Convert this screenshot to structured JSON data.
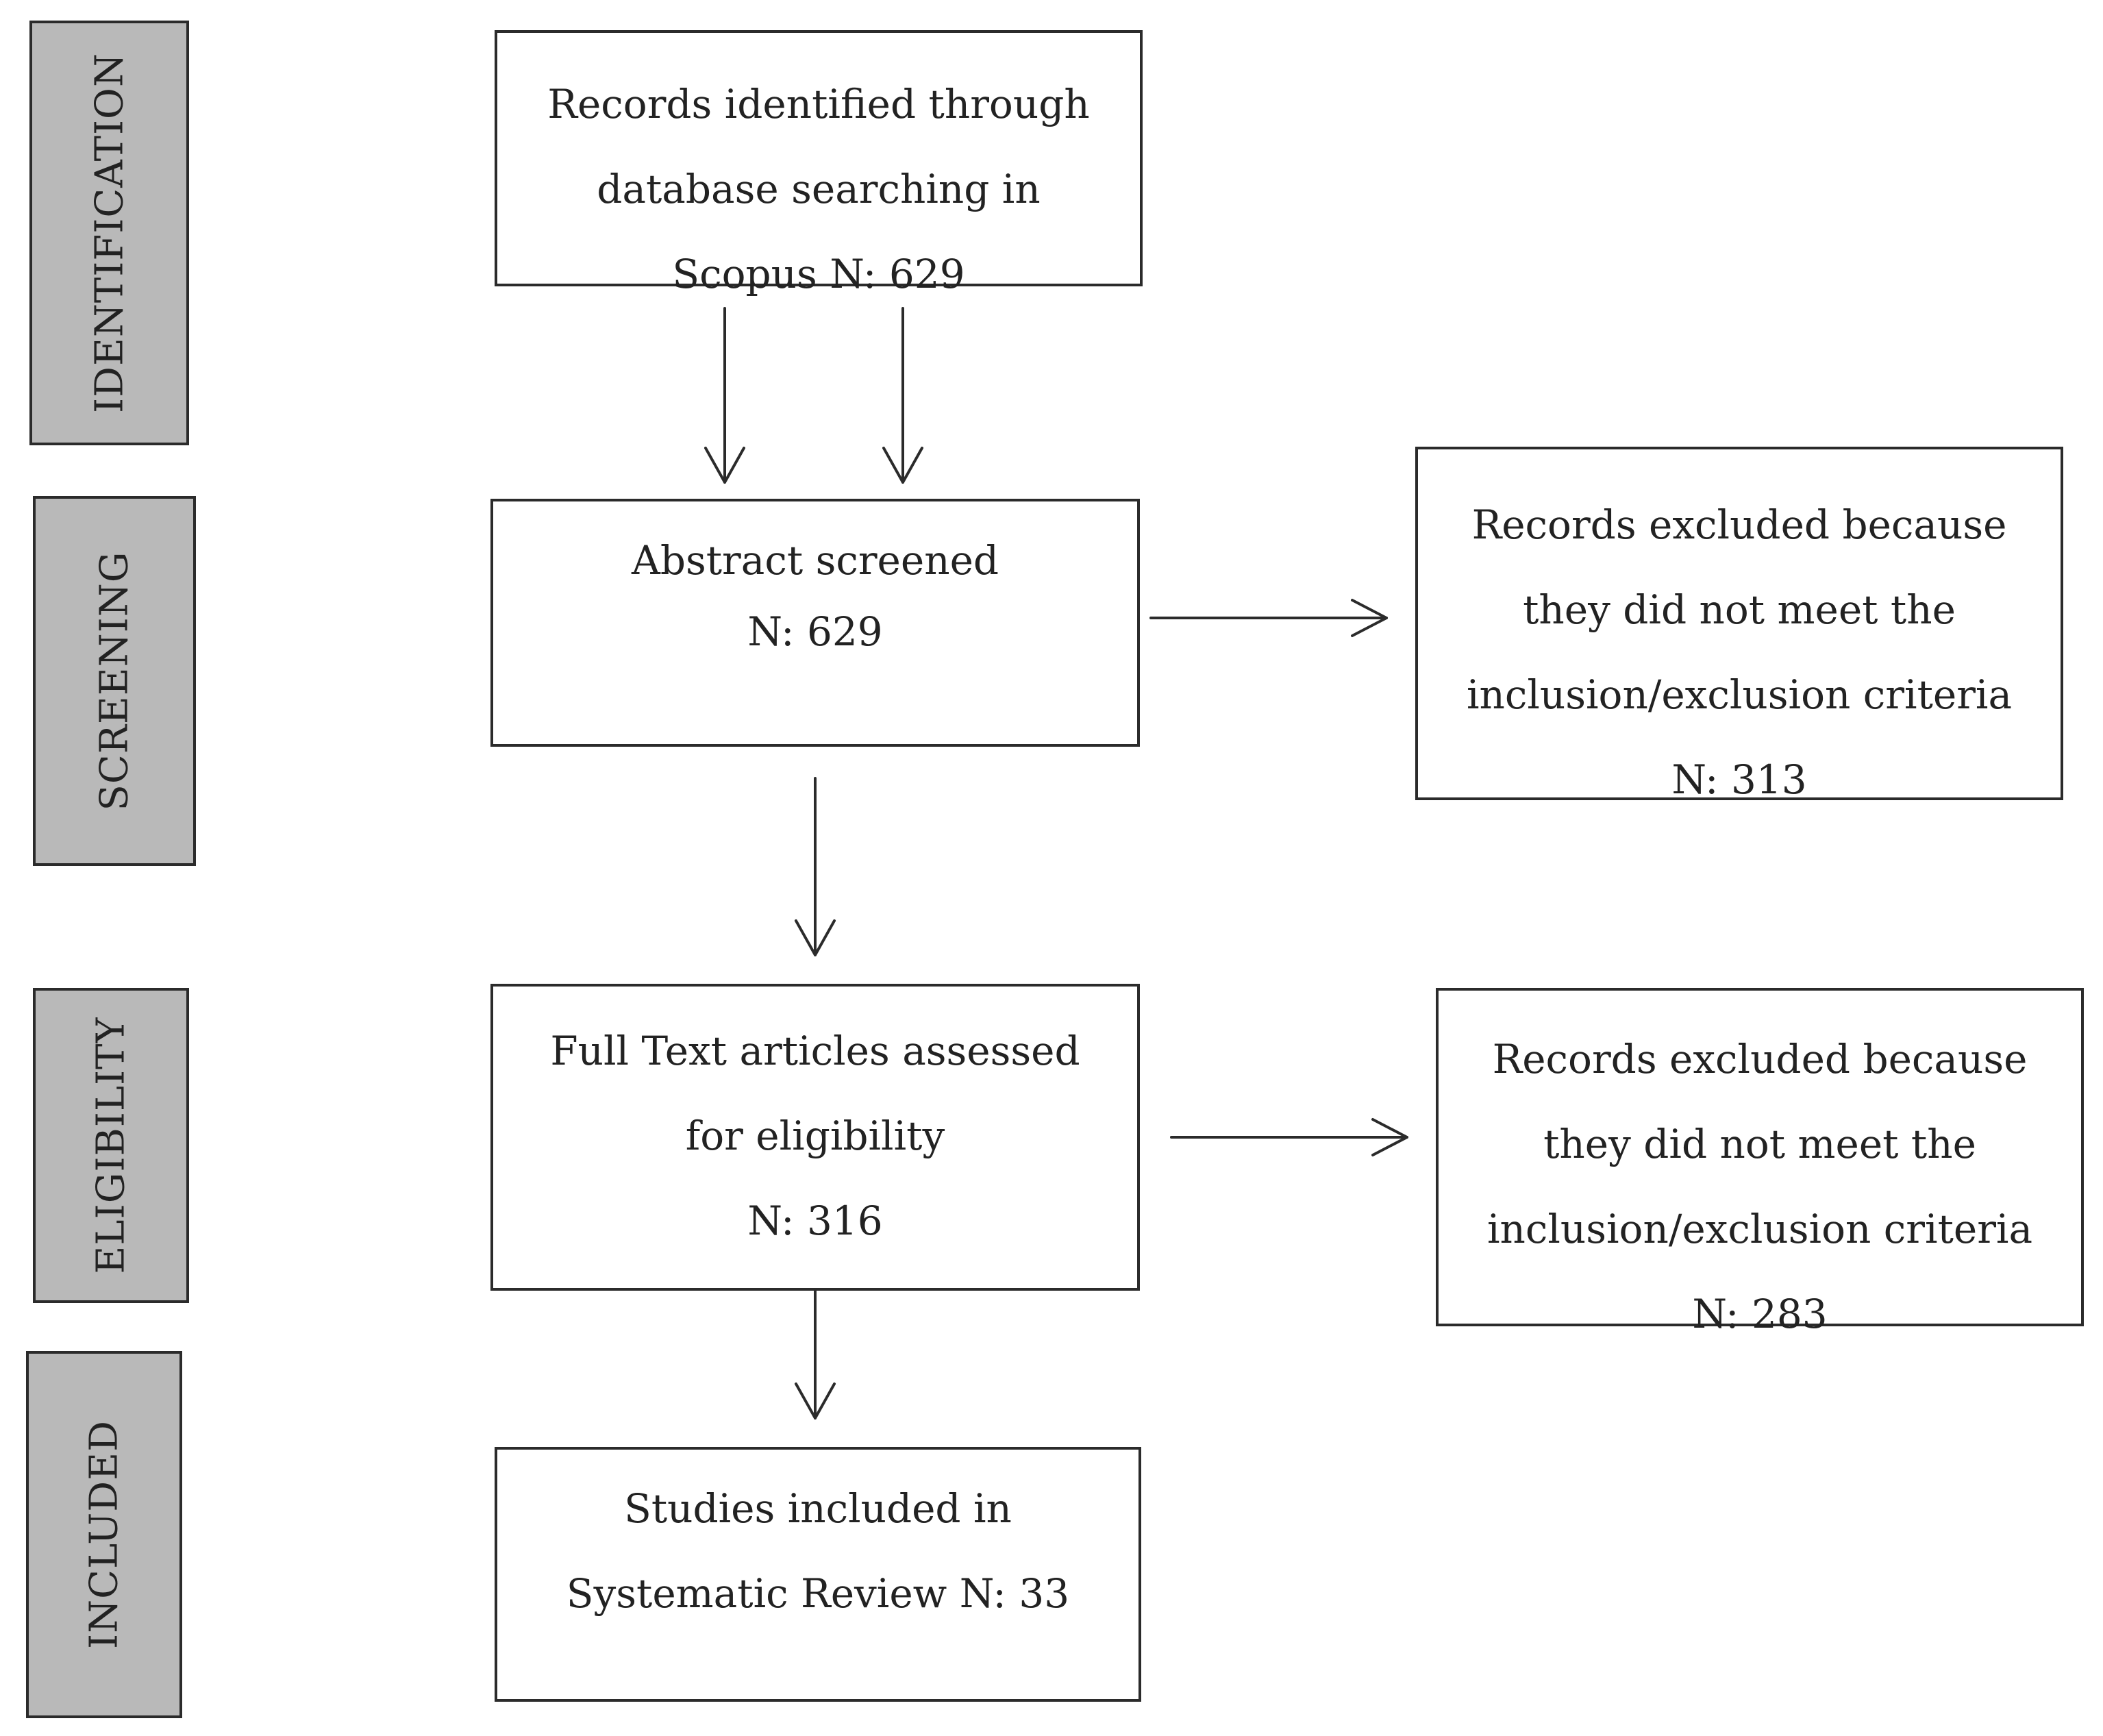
{
  "phases": {
    "identification": "IDENTIFICATION",
    "screening": "SCREENING",
    "eligibility": "ELIGIBILITY",
    "included": "INCLUDED"
  },
  "boxes": {
    "identified": [
      "Records identified through",
      "database searching in",
      "Scopus N: 629"
    ],
    "screened": [
      "Abstract screened",
      "N: 629"
    ],
    "excluded_screening": [
      "Records excluded because",
      "they did not meet the",
      "inclusion/exclusion criteria",
      "N: 313"
    ],
    "fulltext": [
      "Full Text articles assessed",
      "for eligibility",
      "N: 316"
    ],
    "excluded_eligibility": [
      "Records excluded because",
      "they did not meet the",
      "inclusion/exclusion criteria",
      "N: 283"
    ],
    "included": [
      "Studies included in",
      "Systematic Review N: 33"
    ]
  },
  "colors": {
    "phase_fill": "#b9b9b9",
    "border": "#2b2b2b",
    "text": "#222222"
  }
}
